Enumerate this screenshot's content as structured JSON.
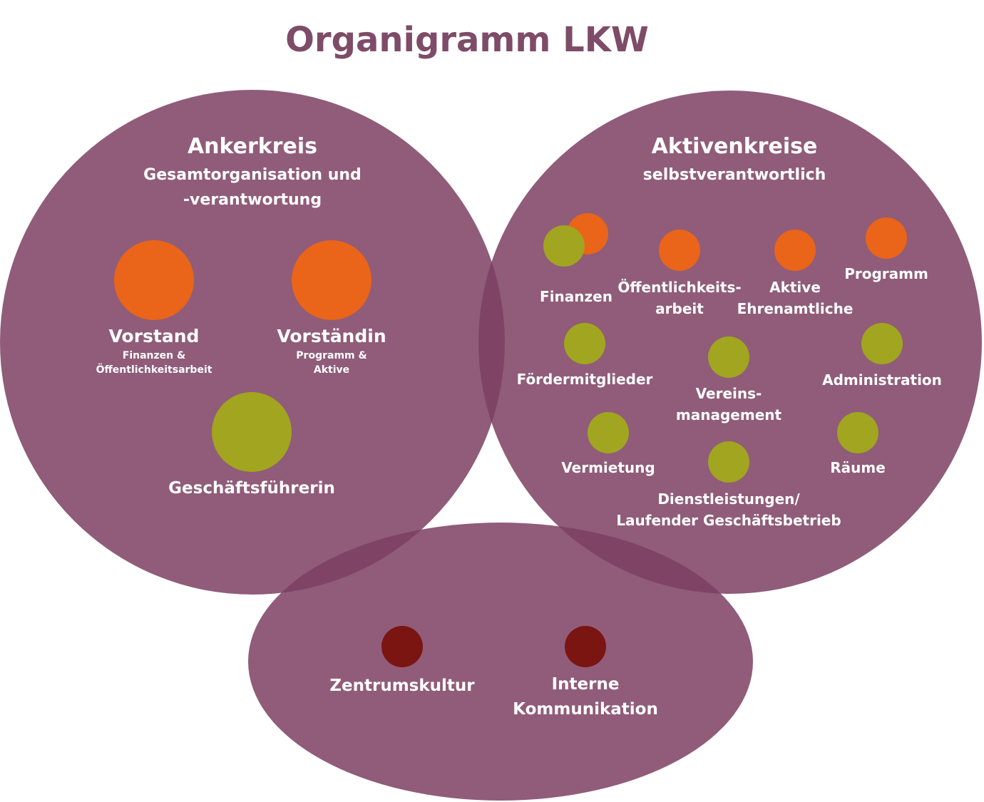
{
  "title": "Organigramm LKW",
  "colors": {
    "title": "#7e4c68",
    "circle_fill": "#7d3f62",
    "orange": "#ea6419",
    "olive": "#a1a520",
    "dark_red": "#7b1512",
    "label": "#ffffff"
  },
  "ankerkreis": {
    "heading": "Ankerkreis",
    "subtitle_line1": "Gesamtorganisation und",
    "subtitle_line2": "-verantwortung",
    "vorstand": {
      "name": "Vorstand",
      "detail_line1": "Finanzen &",
      "detail_line2": "Öffentlichkeitsarbeit"
    },
    "vorstaendin": {
      "name": "Vorständin",
      "detail_line1": "Programm &",
      "detail_line2": "Aktive"
    },
    "geschaeftsfuehrerin": {
      "name": "Geschäftsführerin"
    }
  },
  "aktivenkreise": {
    "heading": "Aktivenkreise",
    "subtitle": "selbstverantwortlich",
    "finanzen": "Finanzen",
    "oeffentlichkeitsarbeit_line1": "Öffentlichkeits-",
    "oeffentlichkeitsarbeit_line2": "arbeit",
    "aktive_line1": "Aktive",
    "aktive_line2": "Ehrenamtliche",
    "programm": "Programm",
    "foerdermitglieder": "Fördermitglieder",
    "vereins_line1": "Vereins-",
    "vereins_line2": "management",
    "administration": "Administration",
    "vermietung": "Vermietung",
    "raeume": "Räume",
    "dienst_line1": "Dienstleistungen/",
    "dienst_line2": "Laufender Geschäftsbetrieb"
  },
  "kultur": {
    "zentrumskultur": "Zentrumskultur",
    "interne_line1": "Interne",
    "interne_line2": "Kommunikation"
  }
}
